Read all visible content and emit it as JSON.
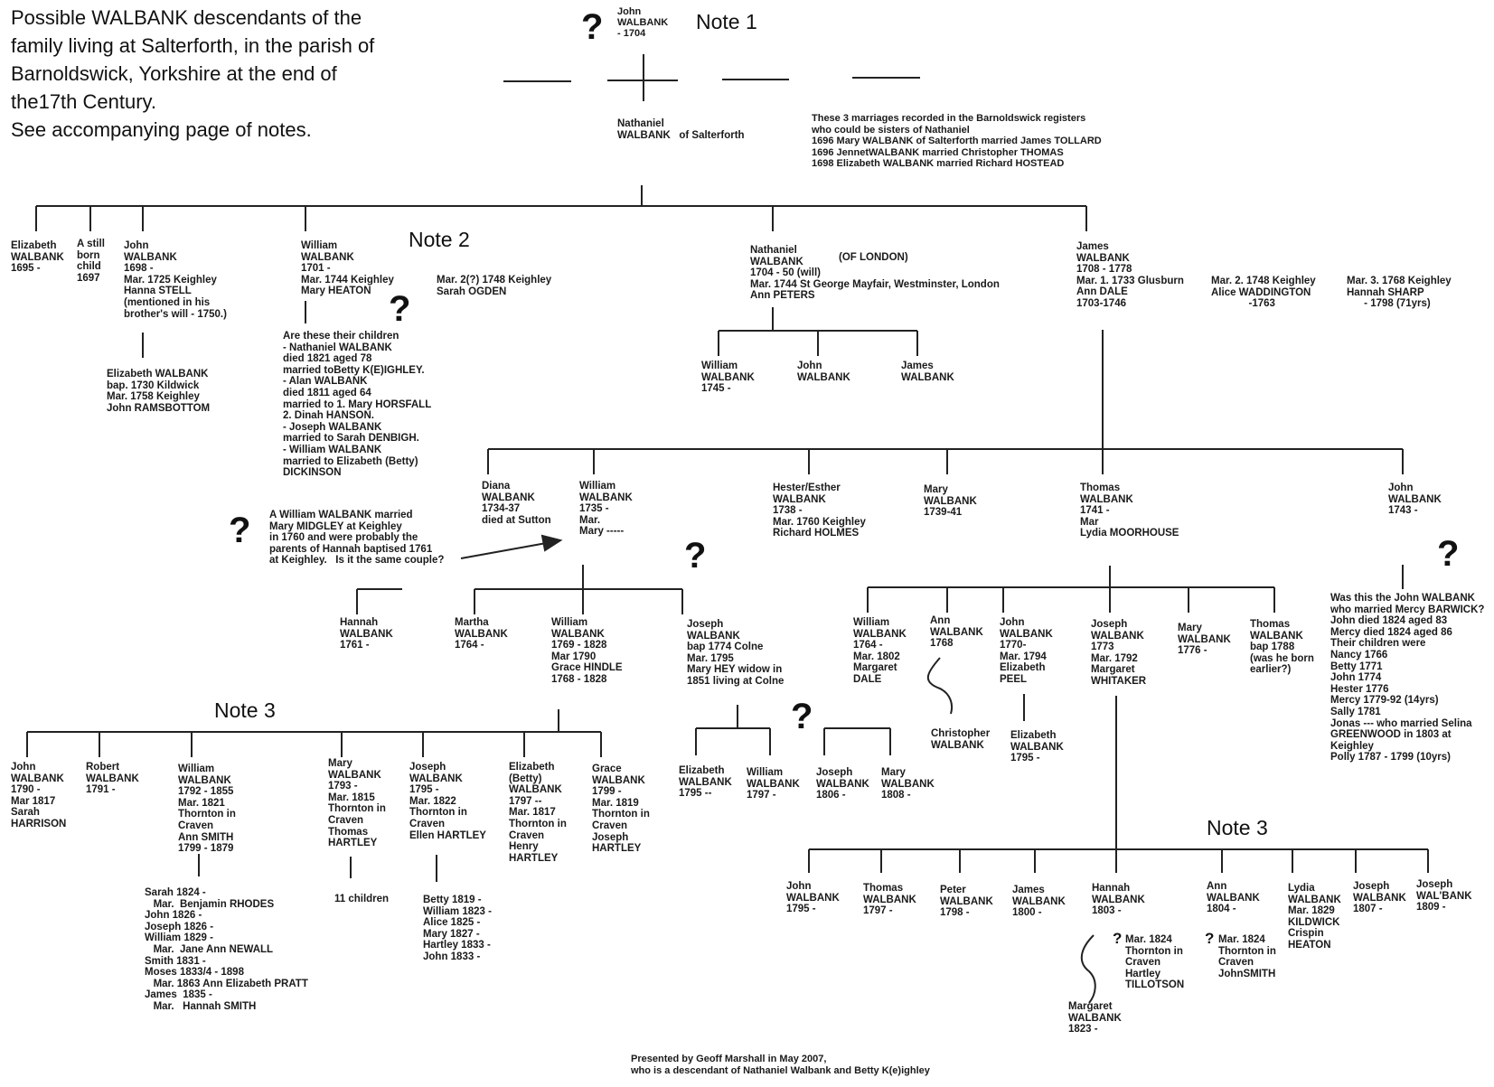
{
  "title": "Possible WALBANK descendants of the\nfamily living at Salterforth, in the parish of\nBarnoldswick, Yorkshire at the end of\nthe17th Century.\nSee accompanying page of notes.",
  "notes": {
    "note1": "Note 1",
    "note2": "Note 2",
    "note3": "Note 3"
  },
  "question_mark": "?",
  "people": {
    "john_1704": "John\nWALBANK\n- 1704",
    "nathaniel": "Nathaniel\nWALBANK   of Salterforth",
    "sisters_note": "These 3 marriages recorded in the Barnoldswick registers\nwho could be sisters of Nathaniel\n1696 Mary WALBANK of Salterforth married James TOLLARD\n1696 JennetWALBANK married Christopher THOMAS\n1698 Elizabeth WALBANK married Richard HOSTEAD",
    "elizabeth_1695": "Elizabeth\nWALBANK\n1695 -",
    "still_born": "A still\nborn\nchild\n1697",
    "john_1698": "John\nWALBANK\n1698 -\nMar. 1725 Keighley\nHanna STELL\n(mentioned in his\nbrother's will - 1750.)",
    "elizabeth_1730": "Elizabeth WALBANK\nbap. 1730 Kildwick\nMar. 1758 Keighley\nJohn RAMSBOTTOM",
    "william_1701": "William\nWALBANK\n1701 -\nMar. 1744 Keighley\nMary HEATON",
    "william_mar2": "Mar. 2(?) 1748 Keighley\nSarah OGDEN",
    "william_children_q": "Are these their children\n- Nathaniel WALBANK\ndied 1821 aged 78\nmarried toBetty K(E)IGHLEY.\n- Alan WALBANK\ndied 1811 aged 64\nmarried to 1. Mary HORSFALL\n2. Dinah HANSON.\n- Joseph WALBANK\nmarried to Sarah DENBIGH.\n- William WALBANK\nmarried to Elizabeth (Betty)\nDICKINSON",
    "nathaniel_1704": "Nathaniel\nWALBANK\n1704 - 50 (will)\nMar. 1744 St George Mayfair, Westminster, London\nAnn PETERS",
    "of_london": "(OF LONDON)",
    "william_1745": "William\nWALBANK\n1745 -",
    "john_london": "John\nWALBANK",
    "james_london": "James\nWALBANK",
    "james_1708": "James\nWALBANK\n1708 - 1778\nMar. 1. 1733 Glusburn\nAnn DALE\n1703-1746",
    "james_mar2": "Mar. 2. 1748 Keighley\nAlice WADDINGTON\n             -1763",
    "james_mar3": "Mar. 3. 1768 Keighley\nHannah SHARP\n      - 1798 (71yrs)",
    "diana": "Diana\nWALBANK\n1734-37\ndied at Sutton",
    "william_1735": "William\nWALBANK\n1735 -\nMar.\nMary -----",
    "hester": "Hester/Esther\nWALBANK\n1738 -\nMar. 1760 Keighley\nRichard HOLMES",
    "mary_1739": "Mary\nWALBANK\n1739-41",
    "thomas_1741": "Thomas\nWALBANK\n1741 -\nMar\nLydia MOORHOUSE",
    "john_1743": "John\nWALBANK\n1743 -",
    "midgley_note": "A William WALBANK married\nMary MIDGLEY at Keighley\nin 1760 and were probably the\nparents of Hannah baptised 1761\nat Keighley.   Is it the same couple?",
    "hannah_1761": "Hannah\nWALBANK\n1761 -",
    "martha_1764": "Martha\nWALBANK\n1764 -",
    "william_1769": "William\nWALBANK\n1769 - 1828\nMar 1790\nGrace HINDLE\n1768 - 1828",
    "joseph_1774": "Joseph\nWALBANK\nbap 1774 Colne\nMar. 1795\nMary HEY widow in\n1851 living at Colne",
    "william_1764": "William\nWALBANK\n1764 -\nMar. 1802\nMargaret\nDALE",
    "ann_1768": "Ann\nWALBANK\n1768",
    "christopher": "Christopher\nWALBANK",
    "john_1770": "John\nWALBANK\n1770-\nMar. 1794\nElizabeth\nPEEL",
    "elizabeth_1795_peel": "Elizabeth\nWALBANK\n1795 -",
    "joseph_1773": "Joseph\nWALBANK\n1773\nMar. 1792\nMargaret\nWHITAKER",
    "mary_1776": "Mary\nWALBANK\n1776 -",
    "thomas_1788": "Thomas\nWALBANK\nbap 1788\n(was he born\nearlier?)",
    "barwick_note": "Was this the John WALBANK\nwho married Mercy BARWICK?\nJohn died 1824 aged 83\nMercy died 1824 aged 86\nTheir children were\nNancy 1766\nBetty 1771\nJohn 1774\nHester 1776\nMercy 1779-92 (14yrs)\nSally 1781\nJonas --- who married Selina\nGREENWOOD in 1803 at\nKeighley\nPolly 1787 - 1799 (10yrs)",
    "john_1790": "John\nWALBANK\n1790 -\nMar 1817\nSarah\nHARRISON",
    "robert_1791": "Robert\nWALBANK\n1791 -",
    "william_1792": "William\nWALBANK\n1792 - 1855\nMar. 1821\nThornton in\nCraven\nAnn SMITH\n1799 - 1879",
    "william_1792_children": "Sarah 1824 -\n   Mar.  Benjamin RHODES\nJohn 1826 -\nJoseph 1826 -\nWilliam 1829 -\n   Mar.  Jane Ann NEWALL\nSmith 1831 -\nMoses 1833/4 - 1898\n   Mar. 1863 Ann Elizabeth PRATT\nJames  1835 -\n   Mar.   Hannah SMITH",
    "mary_1793": "Mary\nWALBANK\n1793 -\nMar. 1815\nThornton in\nCraven\nThomas\nHARTLEY",
    "eleven_children": "11 children",
    "joseph_1795": "Joseph\nWALBANK\n1795 -\nMar. 1822\nThornton in\nCraven\nEllen HARTLEY",
    "joseph_1795_children": "Betty 1819 -\nWilliam 1823 -\nAlice 1825 -\nMary 1827 -\nHartley 1833 -\nJohn 1833 -",
    "elizabeth_1797": "Elizabeth\n(Betty)\nWALBANK\n1797 --\nMar. 1817\nThornton in\nCraven\nHenry\nHARTLEY",
    "grace_1799": "Grace\nWALBANK\n1799 -\nMar. 1819\nThornton in\nCraven\nJoseph\nHARTLEY",
    "elizabeth_1795_hey": "Elizabeth\nWALBANK\n1795 --",
    "william_1797": "William\nWALBANK\n1797 -",
    "joseph_1806": "Joseph\nWALBANK\n1806 -",
    "mary_1808": "Mary\nWALBANK\n1808 -",
    "john_1795": "John\nWALBANK\n1795 -",
    "thomas_1797": "Thomas\nWALBANK\n1797 -",
    "peter_1798": "Peter\nWALBANK\n1798 -",
    "james_1800": "James\nWALBANK\n1800 -",
    "hannah_1803": "Hannah\nWALBANK\n1803 -",
    "ann_1804": "Ann\nWALBANK\n1804 -",
    "lydia_1829": "Lydia\nWALBANK\nMar. 1829\nKILDWICK\nCrispin\nHEATON",
    "joseph_1807": "Joseph\nWALBANK\n1807 -",
    "joseph_1809": "Joseph\nWAL'BANK\n1809 -",
    "hannah_mar": "Mar. 1824\nThornton in\nCraven\nHartley\nTILLOTSON",
    "ann_mar": "Mar. 1824\nThornton in\nCraven\nJohnSMITH",
    "margaret_1823": "Margaret\nWALBANK\n1823 -",
    "footer": "Presented by Geoff Marshall in May 2007,\nwho is a descendant of Nathaniel Walbank and Betty K(e)ighley"
  }
}
